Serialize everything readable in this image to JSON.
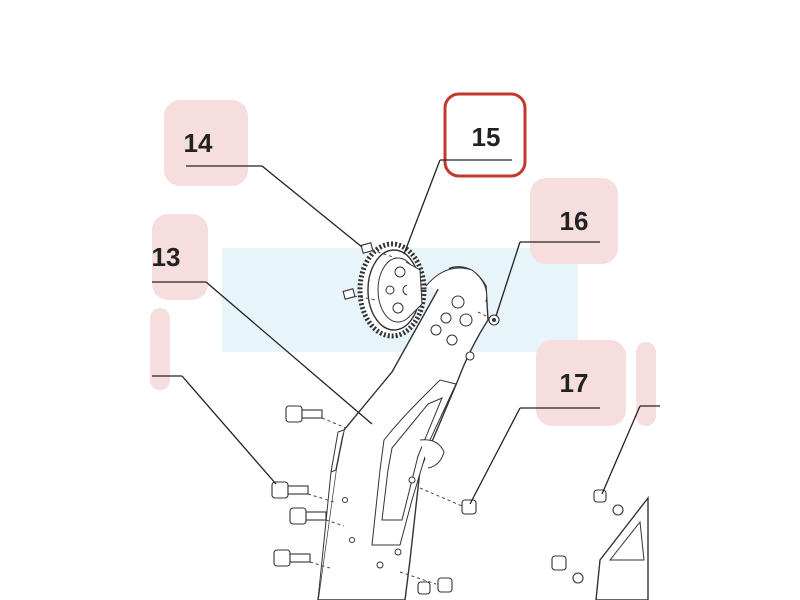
{
  "callouts": [
    {
      "id": "14",
      "label": "14",
      "highlighted": false
    },
    {
      "id": "15",
      "label": "15",
      "highlighted": true
    },
    {
      "id": "16",
      "label": "16",
      "highlighted": false
    },
    {
      "id": "13",
      "label": "13",
      "highlighted": false
    },
    {
      "id": "17",
      "label": "17",
      "highlighted": false
    }
  ],
  "colors": {
    "callout_background": "#f6dede",
    "highlight_border": "#c0392b",
    "watermark": "#e3f2f8",
    "line_art": "#333333"
  }
}
